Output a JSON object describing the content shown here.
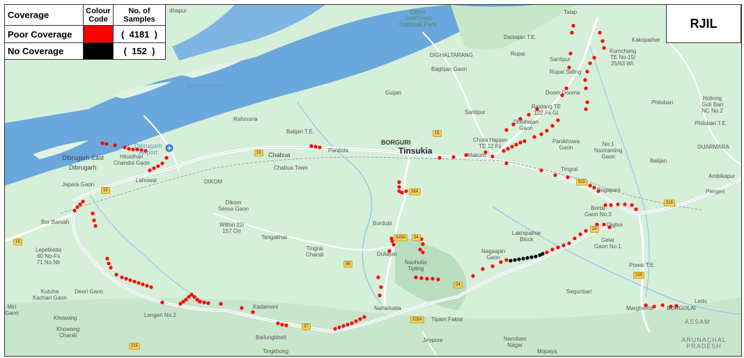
{
  "legend": {
    "header": {
      "coverage": "Coverage",
      "colour_code": "Colour\nCode",
      "samples": "No. of\nSamples"
    },
    "rows": [
      {
        "label": "Poor Coverage",
        "color": "#ff0000",
        "count": "4181"
      },
      {
        "label": "No Coverage",
        "color": "#000000",
        "count": "152"
      }
    ]
  },
  "operator": "RJIL",
  "colors": {
    "poor": "#ff0000",
    "none": "#000000",
    "river": "#6aa7dc",
    "land": "#d9f0df",
    "road": "#ffffff"
  },
  "labels": {
    "tinsukia": "Tinsukia",
    "borguri": "BORGURI",
    "dibrugarh_airport": "Dibrugarh\nAirport",
    "dibrugarh": "Dibrugarh",
    "dibrugarh_east": "Dibrugarh East",
    "hiloidhari": "Hiloidhari\nChandoi Gaon",
    "lahowal": "Lahowal",
    "japara": "Japara Gaon",
    "bor_baruah": "Bor Baruah",
    "lepetkatta": "Lepetkatta\n60 No-Fs\n71 No.Nlr",
    "kutuha": "Kutuha\nKachari Gaon",
    "deori_gaon": "Deori Gaon",
    "khowang": "Khowang",
    "khowang_charali": "Khowang\nCharali",
    "lengeri": "Lengeri No.2",
    "kadamoni": "Kadamoni",
    "bailungbheti": "Bailungbheti",
    "tingkhong": "Tingkhong",
    "chabua": "Chabua",
    "chabua_town": "Chabua Town",
    "dikom": "DIKOM",
    "dikom_sessa": "Dikom\nSessa Gaon",
    "wilton": "Wilton 22/\n157 Orr",
    "tengakhat": "Tengakhat",
    "tingrai_charali": "Tingrai\nCharali",
    "balijan": "Balijan T.E.",
    "panitola": "Panitola",
    "rahmoria": "Rahmoria",
    "guijan": "Guijan",
    "santipur": "Santipur",
    "makum": "Makum",
    "chuta_hapjan": "Chuta Hapjan\nTE 12 Fs",
    "bordubi": "Bordubi",
    "duliajan": "Duliajan",
    "naoholia": "Naoholia\nTipling",
    "naharkatia": "Naharkatia",
    "tipam": "Tipam Fakial",
    "jeypore": "Jeypore",
    "narottam": "Narottam\nNagar",
    "mopaya": "Mopaya",
    "nagaajan": "Nagaajan\nGaon",
    "lakhipathar": "Lakhipathar\nBlock",
    "segunbari": "Segunbari",
    "margherita": "Margherita",
    "borgolai": "BORGOLAI",
    "ledo": "Ledo",
    "powai": "Powai T.E.",
    "gelai": "Gelai\nGaon No.1",
    "digboi": "Digboi",
    "borbil": "Borbil\nGaon No.3",
    "bogapani": "Bogapani",
    "tingrai": "Tingrai",
    "no1_naz": "No.1\nNaziranting\nGaon",
    "balijan2": "Balijan",
    "ambikapur": "Ambikapur",
    "pengeri": "Pengeri",
    "duarmara": "DUARMARA",
    "philobari": "Philobari",
    "philobari_te": "Philobari T.E.",
    "holiong": "Holiong\nGuti Bari\nNC No.2",
    "kakopathar": "Kakopathar",
    "kumchang": "Kumchang\nTE No-15/\n25/63 WI.",
    "talap": "Talap",
    "daisajan": "Daisajan T.E.",
    "rupai": "Rupai",
    "santipur2": "Santipur",
    "rupai_siding": "Rupai Siding",
    "doom_dooma": "Doom Dooma",
    "raidang": "Raidang TE\n122 Fs Gt",
    "dhoihajan": "Dhoihajan\nGaon",
    "panikhowa": "Panikhowa\nGaon",
    "baghjan": "Baghjan Gaon",
    "dighaltarang": "DIGHALTARANG",
    "dibru_park": "Dibru\nSaikhowa\nNational Park",
    "dhapur": "dhapur",
    "assam": "ASSAM",
    "arunachal": "ARUNACHAL PRADESH",
    "mirigaon": "Miri\nGaon",
    "brahmaputra": "Brahmaputra"
  },
  "shields": [
    "15",
    "15",
    "15",
    "15",
    "37",
    "38",
    "38A",
    "24",
    "215",
    "215A",
    "315",
    "215",
    "215",
    "315A",
    "24",
    "24"
  ]
}
